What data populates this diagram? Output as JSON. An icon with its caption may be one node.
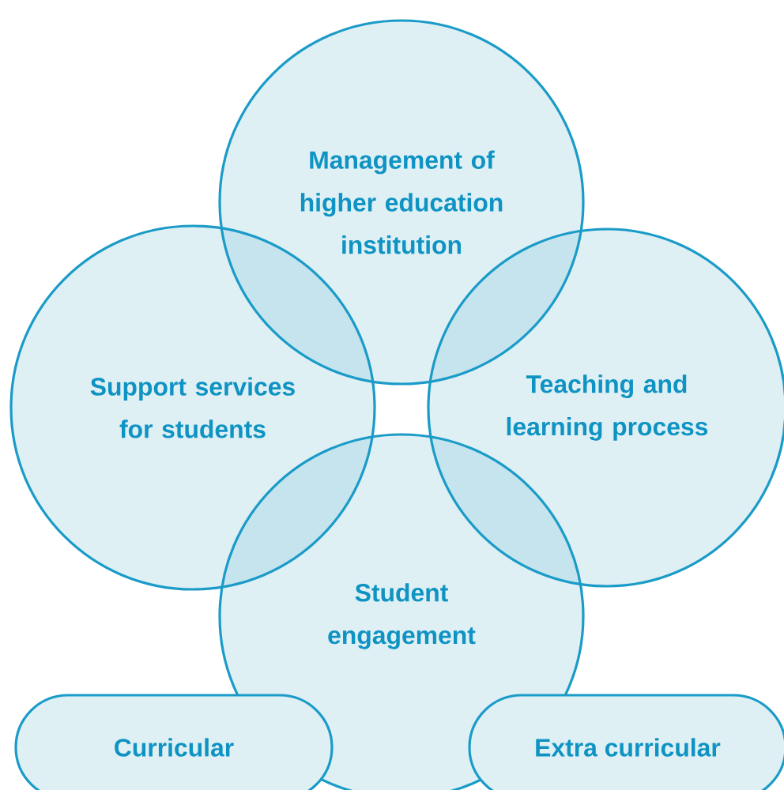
{
  "diagram": {
    "nodes": [
      {
        "text": [
          "Management of higher education institution"
        ]
      },
      {
        "text": [
          "Support services for students"
        ]
      },
      {
        "text": [
          "Teaching and learning process"
        ]
      },
      {
        "text": [
          "Student engagement"
        ]
      },
      {
        "text": [
          "Curricular"
        ]
      },
      {
        "text": [
          "Extra curricular"
        ]
      }
    ]
  }
}
